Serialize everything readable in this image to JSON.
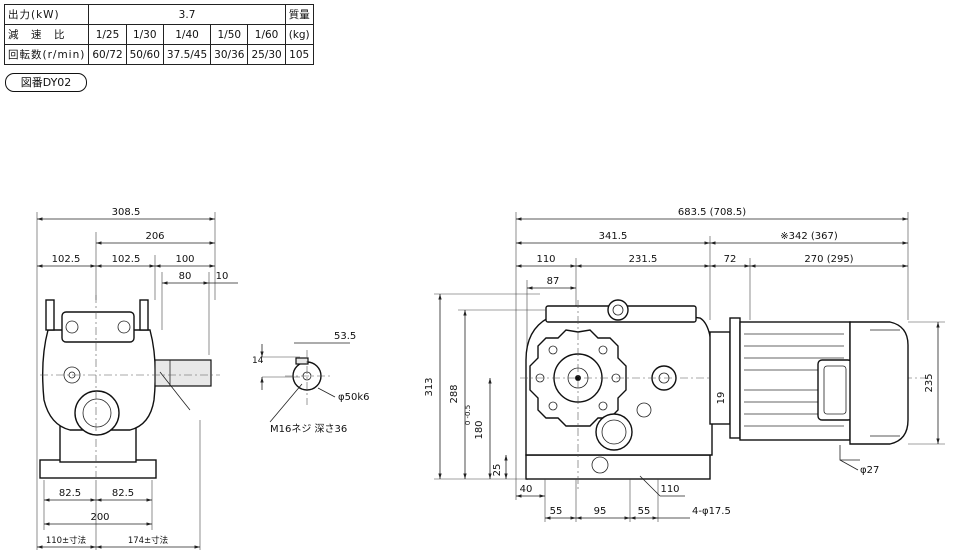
{
  "spec_table": {
    "row_output": {
      "label": "出力(kW)",
      "value": "3.7",
      "mass_header": "質量"
    },
    "row_ratio": {
      "label": "減　速　比",
      "values": [
        "1/25",
        "1/30",
        "1/40",
        "1/50",
        "1/60"
      ],
      "mass_unit": "(kg)"
    },
    "row_speed": {
      "label": "回転数(r/min)",
      "values": [
        "60/72",
        "50/60",
        "37.5/45",
        "30/36",
        "25/30"
      ],
      "mass_value": "105"
    }
  },
  "figure_badge": "図番DY02",
  "front_view": {
    "dims": {
      "overall_width": "308.5",
      "shaft_to_end": "206",
      "left_half": "102.5",
      "mid_half": "102.5",
      "shaft_len": "100",
      "key_offset": "80",
      "shaft_tip": "10",
      "foot_left": "82.5",
      "foot_right": "82.5",
      "foot_span": "200",
      "bottom_left": "110±寸法",
      "bottom_right": "174±寸法"
    }
  },
  "shaft_detail": {
    "dims": {
      "height": "14",
      "keyway": "53.5",
      "diameter": "φ50k6",
      "tap": "M16ネジ 深さ36"
    }
  },
  "side_view": {
    "dims": {
      "overall": "683.5 (708.5)",
      "gear_len": "341.5",
      "motor_len": "※342 (367)",
      "a110": "110",
      "a2315": "231.5",
      "a72": "72",
      "a270": "270 (295)",
      "a87": "87",
      "h313": "313",
      "h288": "288",
      "h235": "235",
      "h180": "180",
      "h180_tol": "0 -0.5",
      "h19": "19",
      "h25": "25",
      "d27": "φ27",
      "b40": "40",
      "b110": "110",
      "b55a": "55",
      "b95": "95",
      "b55b": "55",
      "holes": "4-φ17.5"
    }
  }
}
